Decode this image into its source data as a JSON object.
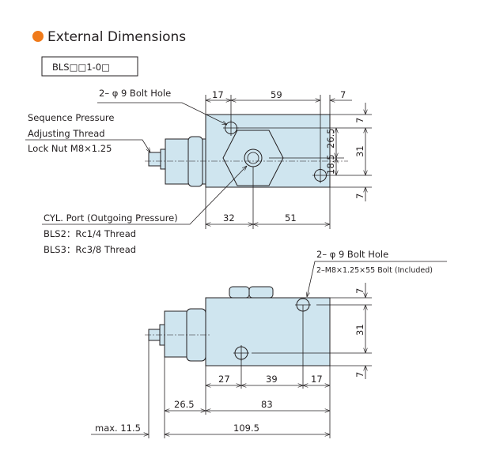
{
  "title": "External Dimensions",
  "model": "BLS□□1-0□",
  "accent": "#f07a1a",
  "top_view": {
    "bolt_hole": "2– φ 9 Bolt Hole",
    "seq1": "Sequence Pressure",
    "seq2": "Adjusting Thread",
    "locknut": "Lock Nut M8×1.25",
    "cyl": "CYL. Port (Outgoing Pressure)",
    "bls2": "BLS2：Rc1/4 Thread",
    "bls3": "BLS3：Rc3/8 Thread",
    "dims": {
      "a": "17",
      "b": "59",
      "c": "7",
      "d": "7",
      "e": "26.5",
      "f": "31",
      "g": "18.5",
      "h": "7",
      "i": "32",
      "j": "51"
    }
  },
  "side_view": {
    "bolt_hole": "2– φ 9 Bolt Hole",
    "bolt": "2–M8×1.25×55 Bolt (Included)",
    "dims": {
      "a": "7",
      "b": "31",
      "c": "7",
      "d": "27",
      "e": "39",
      "f": "17",
      "g": "26.5",
      "h": "83",
      "i": "max. 11.5",
      "j": "109.5"
    }
  }
}
